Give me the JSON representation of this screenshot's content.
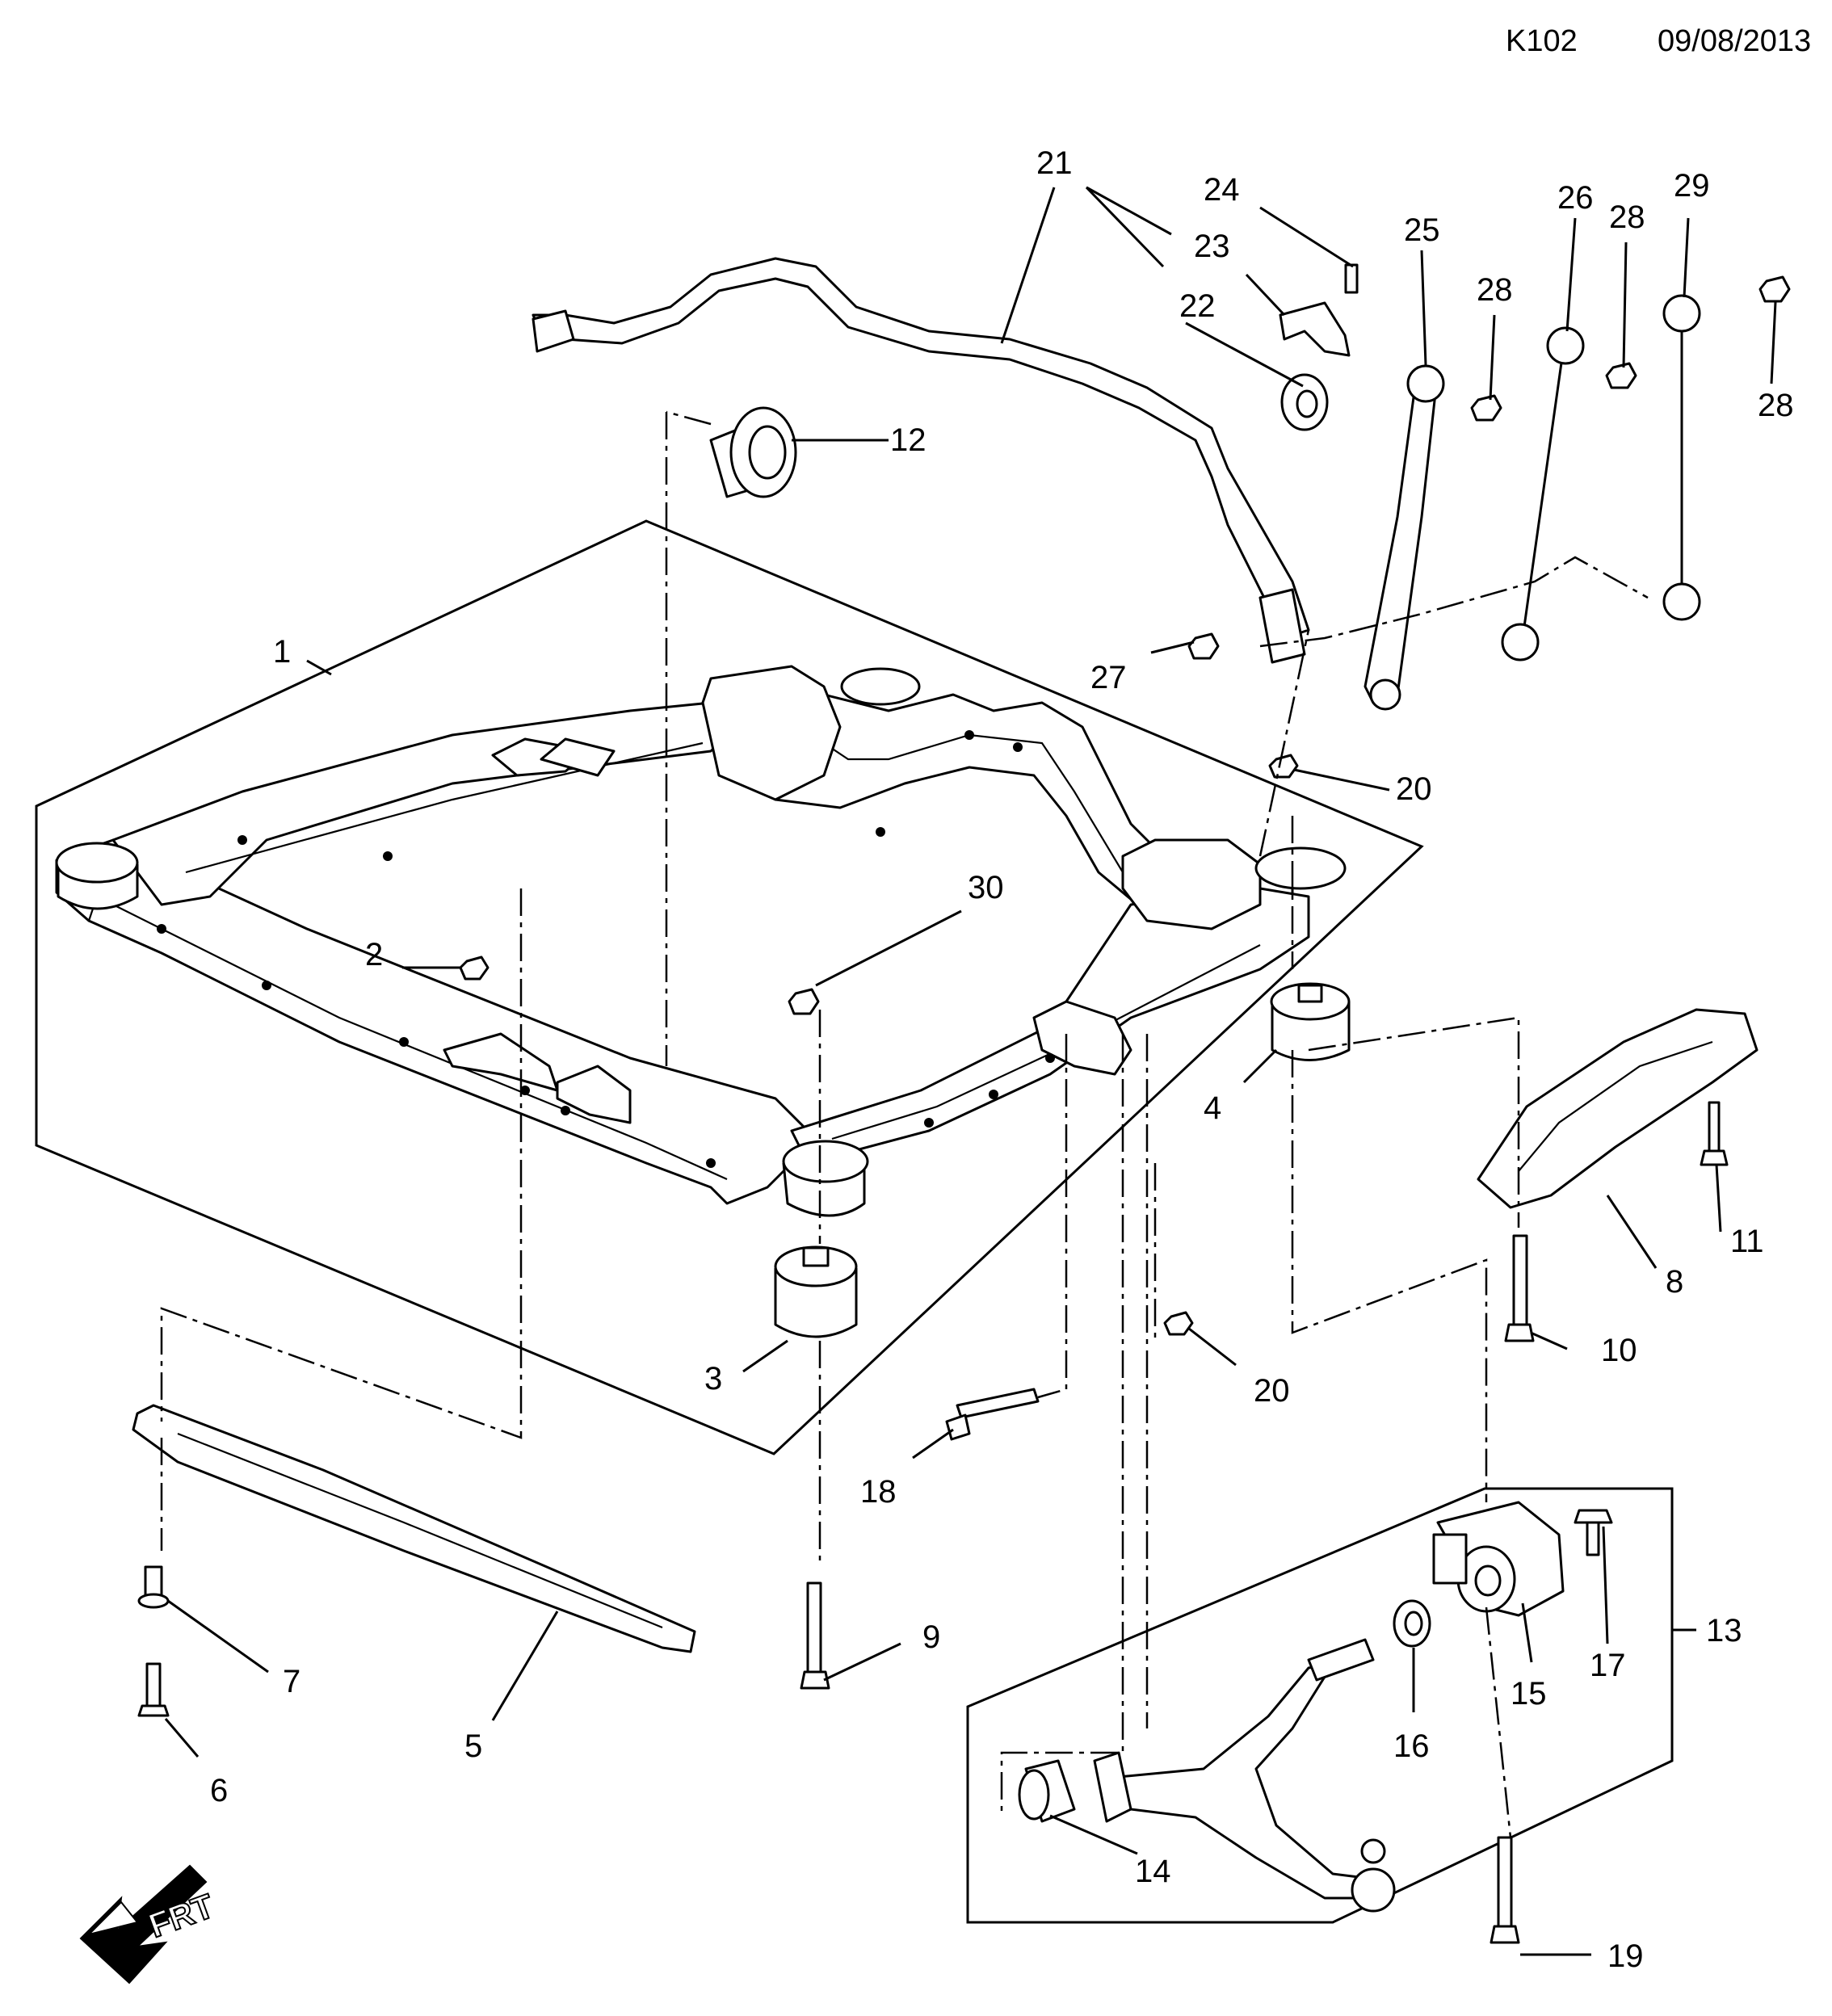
{
  "header": {
    "code": "K102",
    "date": "09/08/2013"
  },
  "callouts": [
    "1",
    "2",
    "3",
    "4",
    "5",
    "6",
    "7",
    "8",
    "9",
    "10",
    "11",
    "12",
    "13",
    "14",
    "15",
    "16",
    "17",
    "18",
    "19",
    "20",
    "20",
    "21",
    "22",
    "23",
    "24",
    "25",
    "26",
    "27",
    "28",
    "28",
    "28",
    "29",
    "30"
  ],
  "orientation_marker": {
    "label": "FRT",
    "icon": "front-direction-arrow-icon"
  }
}
